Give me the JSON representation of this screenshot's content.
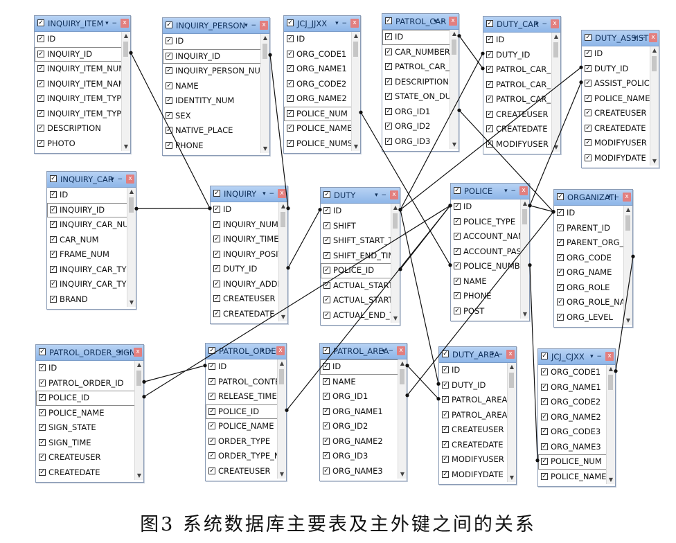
{
  "tables": [
    {
      "name": "INQUIRY_ITEM",
      "fields": [
        "ID",
        "INQUIRY_ID",
        "INQUIRY_ITEM_NUM",
        "INQUIRY_ITEM_NAME",
        "INQUIRY_ITEM_TYPE",
        "INQUIRY_ITEM_TYPE_NA",
        "DESCRIPTION",
        "PHOTO"
      ],
      "selected": 1
    },
    {
      "name": "INQUIRY_PERSON",
      "fields": [
        "ID",
        "INQUIRY_ID",
        "INQUIRY_PERSON_NUM",
        "NAME",
        "IDENTITY_NUM",
        "SEX",
        "NATIVE_PLACE",
        "PHONE"
      ],
      "selected": 1
    },
    {
      "name": "JCJ_JJXX",
      "fields": [
        "ID",
        "ORG_CODE1",
        "ORG_NAME1",
        "ORG_CODE2",
        "ORG_NAME2",
        "POLICE_NUM",
        "POLICE_NAME",
        "POLICE_NUMS"
      ],
      "selected": 5
    },
    {
      "name": "PATROL_CAR",
      "fields": [
        "ID",
        "CAR_NUMBER",
        "PATROL_CAR_TYPE",
        "DESCRIPTION",
        "STATE_ON_DUTY",
        "ORG_ID1",
        "ORG_ID2",
        "ORG_ID3"
      ],
      "selected": 0
    },
    {
      "name": "DUTY_CAR",
      "fields": [
        "ID",
        "DUTY_ID",
        "PATROL_CAR_ID",
        "PATROL_CAR_NUM",
        "PATROL_CAR_DESC",
        "CREATEUSER",
        "CREATEDATE",
        "MODIFYUSER"
      ],
      "selected": -1
    },
    {
      "name": "DUTY_ASSIST",
      "fields": [
        "ID",
        "DUTY_ID",
        "ASSIST_POLICE_ID",
        "POLICE_NAME",
        "CREATEUSER",
        "CREATEDATE",
        "MODIFYUSER",
        "MODIFYDATE"
      ],
      "selected": -1
    },
    {
      "name": "INQUIRY_CAR",
      "fields": [
        "ID",
        "INQUIRY_ID",
        "INQUIRY_CAR_NUM",
        "CAR_NUM",
        "FRAME_NUM",
        "INQUIRY_CAR_TYPE",
        "INQUIRY_CAR_TYPE_N/",
        "BRAND"
      ],
      "selected": 1
    },
    {
      "name": "INQUIRY",
      "fields": [
        "ID",
        "INQUIRY_NUM",
        "INQUIRY_TIME",
        "INQUIRY_POSITION",
        "DUTY_ID",
        "INQUIRY_ADDRESS",
        "CREATEUSER",
        "CREATEDATE"
      ],
      "selected": -1
    },
    {
      "name": "DUTY",
      "fields": [
        "ID",
        "SHIFT",
        "SHIFT_START_TIME",
        "SHIFT_END_TIME",
        "POLICE_ID",
        "ACTUAL_START_TIM",
        "ACTUAL_START_PO",
        "ACTUAL_END_TIME"
      ],
      "selected": 4
    },
    {
      "name": "POLICE",
      "fields": [
        "ID",
        "POLICE_TYPE",
        "ACCOUNT_NAME",
        "ACCOUNT_PASS",
        "POLICE_NUMBER",
        "NAME",
        "PHONE",
        "POST"
      ],
      "selected": -1
    },
    {
      "name": "ORGANIZATI",
      "fields": [
        "ID",
        "PARENT_ID",
        "PARENT_ORG_NAM",
        "ORG_CODE",
        "ORG_NAME",
        "ORG_ROLE",
        "ORG_ROLE_NAME",
        "ORG_LEVEL"
      ],
      "selected": -1
    },
    {
      "name": "PATROL_ORDER_SIGN",
      "fields": [
        "ID",
        "PATROL_ORDER_ID",
        "POLICE_ID",
        "POLICE_NAME",
        "SIGN_STATE",
        "SIGN_TIME",
        "CREATEUSER",
        "CREATEDATE"
      ],
      "selected": 2
    },
    {
      "name": "PATROL_ORDER",
      "fields": [
        "ID",
        "PATROL_CONTENT",
        "RELEASE_TIME",
        "POLICE_ID",
        "POLICE_NAME",
        "ORDER_TYPE",
        "ORDER_TYPE_NAME",
        "CREATEUSER"
      ],
      "selected": 3
    },
    {
      "name": "PATROL_AREA",
      "fields": [
        "ID",
        "NAME",
        "ORG_ID1",
        "ORG_NAME1",
        "ORG_ID2",
        "ORG_NAME2",
        "ORG_ID3",
        "ORG_NAME3"
      ],
      "selected": 0
    },
    {
      "name": "DUTY_AREA",
      "fields": [
        "ID",
        "DUTY_ID",
        "PATROL_AREA_ID",
        "PATROL_AREA_NAME",
        "CREATEUSER",
        "CREATEDATE",
        "MODIFYUSER",
        "MODIFYDATE"
      ],
      "selected": -1
    },
    {
      "name": "JCJ_CJXX",
      "fields": [
        "ORG_CODE1",
        "ORG_NAME1",
        "ORG_CODE2",
        "ORG_NAME2",
        "ORG_CODE3",
        "ORG_NAME3",
        "POLICE_NUM",
        "POLICE_NAME"
      ],
      "selected": 6
    }
  ],
  "relationships": [
    {
      "from": "INQUIRY_ITEM.INQUIRY_ID",
      "to": "INQUIRY.ID"
    },
    {
      "from": "INQUIRY_PERSON.INQUIRY_ID",
      "to": "INQUIRY.ID"
    },
    {
      "from": "INQUIRY_CAR.INQUIRY_ID",
      "to": "INQUIRY.ID"
    },
    {
      "from": "INQUIRY.DUTY_ID",
      "to": "DUTY.ID"
    },
    {
      "from": "DUTY_CAR.DUTY_ID",
      "to": "DUTY.ID"
    },
    {
      "from": "DUTY_CAR.PATROL_CAR_ID",
      "to": "PATROL_CAR.ID"
    },
    {
      "from": "DUTY_ASSIST.DUTY_ID",
      "to": "DUTY.ID"
    },
    {
      "from": "DUTY_ASSIST.ASSIST_POLICE_ID",
      "to": "POLICE.ID"
    },
    {
      "from": "DUTY.POLICE_ID",
      "to": "POLICE.ID"
    },
    {
      "from": "PATROL_CAR.ORG_ID1",
      "to": "ORGANIZATI.ID"
    },
    {
      "from": "JCJ_JJXX.POLICE_NUM",
      "to": "POLICE.POLICE_NUMBER"
    },
    {
      "from": "POLICE.ID",
      "to": "ORGANIZATI.ID"
    },
    {
      "from": "PATROL_ORDER_SIGN.PATROL_ORDER_ID",
      "to": "PATROL_ORDER.ID"
    },
    {
      "from": "PATROL_ORDER_SIGN.POLICE_ID",
      "to": "POLICE.ID"
    },
    {
      "from": "PATROL_ORDER.POLICE_ID",
      "to": "POLICE.ID"
    },
    {
      "from": "DUTY_AREA.DUTY_ID",
      "to": "DUTY.ID"
    },
    {
      "from": "DUTY_AREA.PATROL_AREA_ID",
      "to": "PATROL_AREA.ID"
    },
    {
      "from": "PATROL_AREA.ORG_ID1",
      "to": "ORGANIZATI.ID"
    },
    {
      "from": "JCJ_CJXX.POLICE_NUM",
      "to": "POLICE.POLICE_NUMBER"
    },
    {
      "from": "JCJ_CJXX.ORG_CODE1",
      "to": "ORGANIZATI.ORG_CODE"
    }
  ],
  "caption": "图3  系统数据库主要表及主外键之间的关系",
  "colors": {
    "header": "#9fc3ef",
    "close_button": "#e27f7f",
    "border": "#8a9bb5",
    "line": "#111111"
  }
}
